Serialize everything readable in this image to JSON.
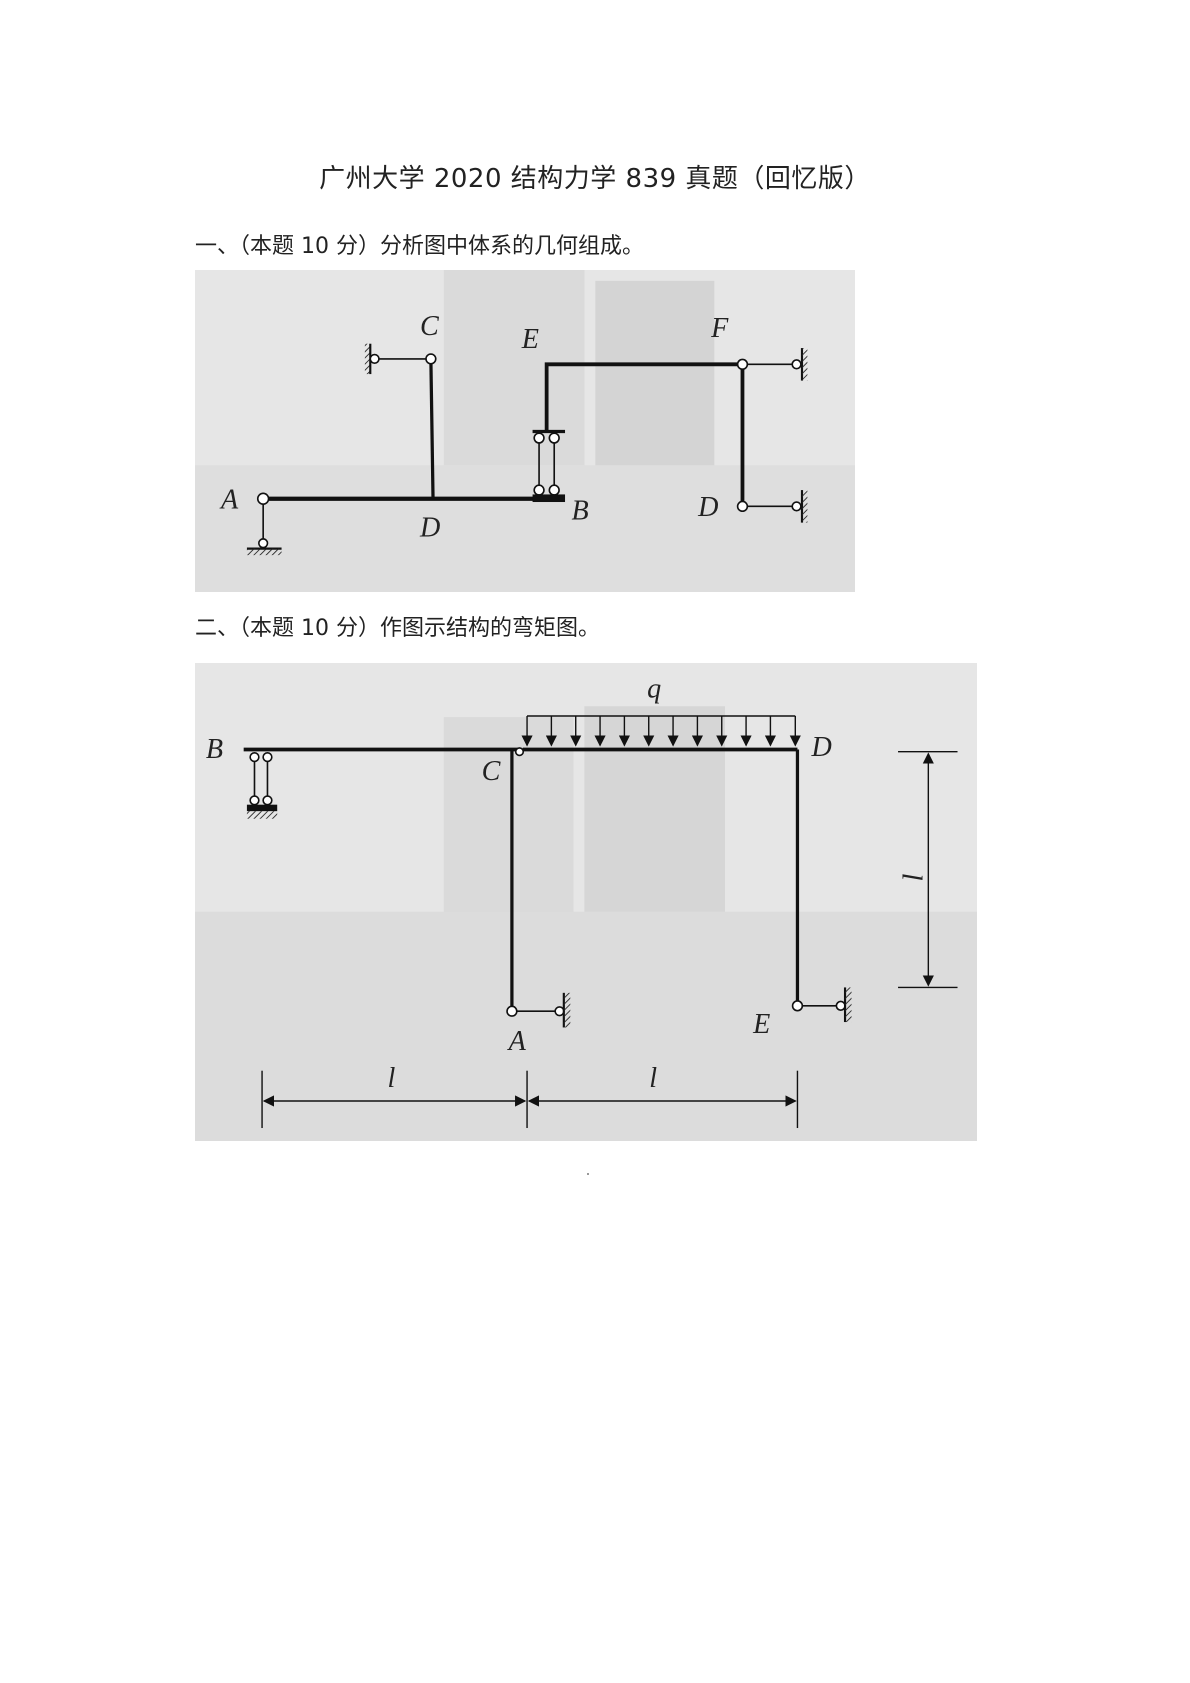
{
  "title": "广州大学 2020 结构力学 839 真题（回忆版）",
  "questions": [
    {
      "heading": "一、（本题 10 分）分析图中体系的几何组成。",
      "figure_labels": {
        "A": "A",
        "B": "B",
        "C": "C",
        "D": "D",
        "E": "E",
        "F": "F",
        "D2": "D"
      }
    },
    {
      "heading": "二、（本题 10 分）作图示结构的弯矩图。",
      "figure_labels": {
        "A": "A",
        "B": "B",
        "C": "C",
        "D": "D",
        "E": "E",
        "q": "q",
        "l_left": "l",
        "l_right": "l",
        "l_vert": "l"
      }
    }
  ]
}
